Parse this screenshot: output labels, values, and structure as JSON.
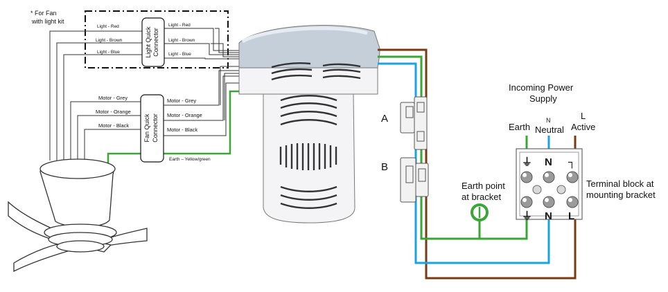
{
  "note": {
    "line1": "* For Fan",
    "line2": "with light kit"
  },
  "light_connector": {
    "label_line1": "Light Quick",
    "label_line2": "Connector",
    "left_wires": [
      "Light - Red",
      "Light - Brown",
      "Light - Blue"
    ],
    "right_wires": [
      "Light - Red",
      "Light - Brown",
      "Light - Blue"
    ]
  },
  "fan_connector": {
    "label_line1": "Fan Quick",
    "label_line2": "Connector",
    "left_wires": [
      "Motor - Grey",
      "Motor - Orange",
      "Motor - Black"
    ],
    "right_wires": [
      "Motor - Grey",
      "Motor - Orange",
      "Motor - Black"
    ]
  },
  "earth_wire": "Earth – Yellow/green",
  "plugs": {
    "a": "A",
    "b": "B"
  },
  "earth_point": {
    "line1": "Earth point",
    "line2": "at bracket"
  },
  "supply": {
    "title_line1": "Incoming Power",
    "title_line2": "Supply",
    "earth": "Earth",
    "neutral_letter": "N",
    "neutral": "Neutral",
    "active_letter": "L",
    "active": "Active"
  },
  "terminal_block": {
    "label_line1": "Terminal block at",
    "label_line2": "mounting bracket",
    "top_symbols": [
      "⏚",
      "N",
      "┐"
    ],
    "bottom_symbols": [
      "⏚",
      "N",
      "L"
    ]
  },
  "colors": {
    "brown": "#7a3a10",
    "blue": "#1ba3e0",
    "green": "#3aa636",
    "wire": "#333333",
    "housing_top": "#c5cfd9",
    "housing_body": "#f4f4f6",
    "outline": "#555555"
  }
}
